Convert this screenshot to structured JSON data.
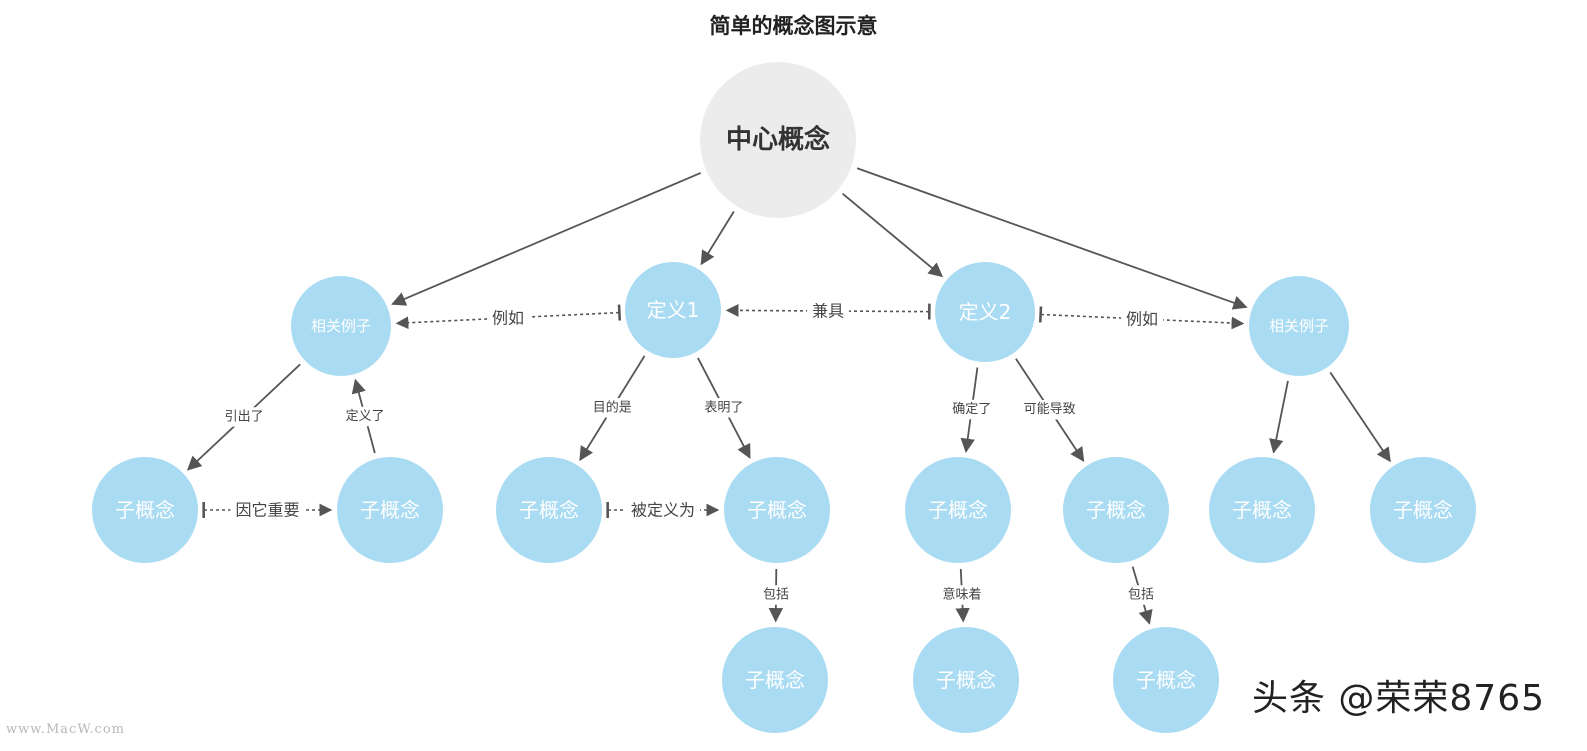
{
  "title": "简单的概念图示意",
  "colors": {
    "node": "#a9dbf3",
    "center": "#ececec",
    "edge": "#555555",
    "dashed": "#555555"
  },
  "nodes": [
    {
      "id": "center",
      "label": "中心概念"
    },
    {
      "id": "ex_left",
      "label": "相关例子"
    },
    {
      "id": "def1",
      "label": "定义1"
    },
    {
      "id": "def2",
      "label": "定义2"
    },
    {
      "id": "ex_right",
      "label": "相关例子"
    },
    {
      "id": "c1",
      "label": "子概念"
    },
    {
      "id": "c2",
      "label": "子概念"
    },
    {
      "id": "c3",
      "label": "子概念"
    },
    {
      "id": "c4",
      "label": "子概念"
    },
    {
      "id": "c5",
      "label": "子概念"
    },
    {
      "id": "c6",
      "label": "子概念"
    },
    {
      "id": "c7",
      "label": "子概念"
    },
    {
      "id": "c8",
      "label": "子概念"
    },
    {
      "id": "c9",
      "label": "子概念"
    },
    {
      "id": "c10",
      "label": "子概念"
    },
    {
      "id": "c11",
      "label": "子概念"
    }
  ],
  "edges": [
    {
      "from": "center",
      "to": "ex_left",
      "label": ""
    },
    {
      "from": "center",
      "to": "def1",
      "label": ""
    },
    {
      "from": "center",
      "to": "def2",
      "label": ""
    },
    {
      "from": "center",
      "to": "ex_right",
      "label": ""
    },
    {
      "from": "def1",
      "to": "ex_left",
      "label": "例如",
      "dashed": true
    },
    {
      "from": "def2",
      "to": "def1",
      "label": "兼具",
      "dashed": true
    },
    {
      "from": "def2",
      "to": "ex_right",
      "label": "例如",
      "dashed": true
    },
    {
      "from": "ex_left",
      "to": "c1",
      "label": "引出了"
    },
    {
      "from": "c2",
      "to": "ex_left",
      "label": "定义了"
    },
    {
      "from": "c1",
      "to": "c2",
      "label": "因它重要",
      "dashed": true
    },
    {
      "from": "def1",
      "to": "c3",
      "label": "目的是"
    },
    {
      "from": "def1",
      "to": "c4",
      "label": "表明了"
    },
    {
      "from": "c3",
      "to": "c4",
      "label": "被定义为",
      "dashed": true
    },
    {
      "from": "c4",
      "to": "c9",
      "label": "包括"
    },
    {
      "from": "def2",
      "to": "c5",
      "label": "确定了"
    },
    {
      "from": "def2",
      "to": "c6",
      "label": "可能导致"
    },
    {
      "from": "c5",
      "to": "c10",
      "label": "意味着"
    },
    {
      "from": "c6",
      "to": "c11",
      "label": "包括"
    },
    {
      "from": "ex_right",
      "to": "c7",
      "label": ""
    },
    {
      "from": "ex_right",
      "to": "c8",
      "label": ""
    }
  ],
  "watermarks": {
    "left": "www.MacW.com",
    "right": "头条 @荣荣8765"
  }
}
